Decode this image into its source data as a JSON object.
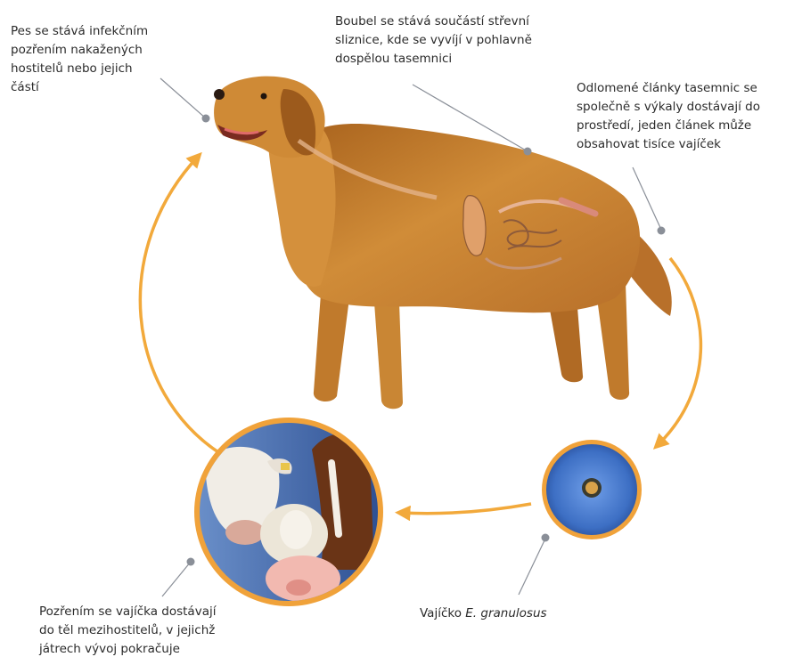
{
  "labels": {
    "dog_infection": {
      "lines": [
        "Pes se stává infekčním",
        "pozřením nakažených",
        "hostitelů nebo jejich",
        "částí"
      ]
    },
    "gut_development": {
      "lines": [
        "Boubel se stává součástí střevní",
        "sliznice, kde se vyvíjí v pohlavně",
        "dospělou tasemnici"
      ]
    },
    "segments_release": {
      "lines": [
        "Odlomené články tasemnic se",
        "společně s výkaly dostávají do",
        "prostředí, jeden článek může",
        "obsahovat tisíce vajíček"
      ]
    },
    "intermediate_hosts": {
      "lines": [
        "Pozřením se vajíčka dostávají",
        "do těl mezihostitelů, v jejichž",
        "játrech vývoj pokračuje"
      ]
    },
    "egg": {
      "prefix": "Vajíčko ",
      "species": "E. granulosus"
    }
  },
  "colors": {
    "arrow": "#f2a93b",
    "pointer": "#8a8f98",
    "ring": "#f0a23a",
    "egg_blue": "#3d6fc4",
    "dog_fur": "#c9822f"
  },
  "icons": {
    "dog": "golden-retriever-illustration",
    "hosts": "cow-sheep-horse-pig-photo",
    "egg": "tapeworm-egg-illustration"
  }
}
